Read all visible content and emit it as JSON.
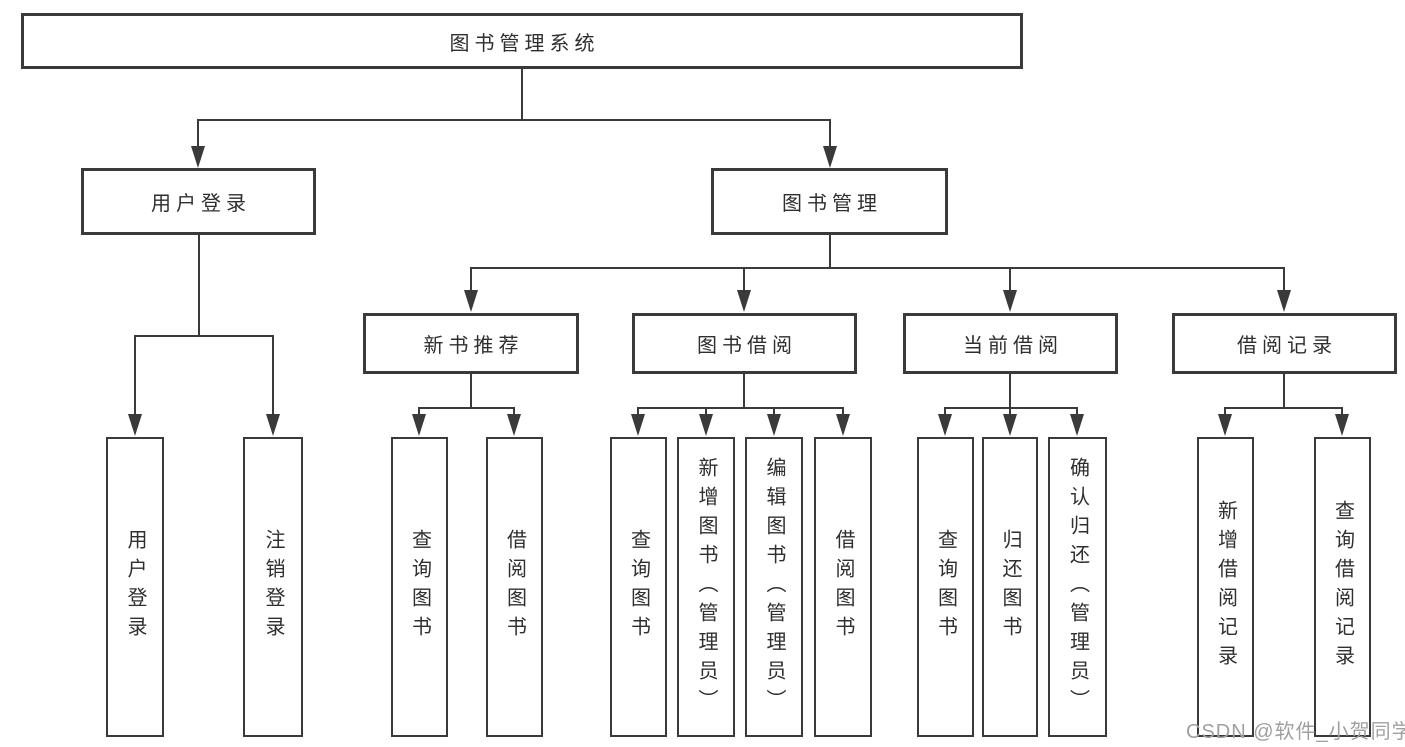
{
  "diagram_title": "图书管理系统",
  "colors": {
    "line": "#3a3a3a",
    "text": "#2f2f2f",
    "background": "#ffffff",
    "watermark": "#a0a0a0"
  },
  "nodes": {
    "root": "图书管理系统",
    "user_login": "用户登录",
    "book_mgmt": "图书管理",
    "new_book_rec": "新书推荐",
    "book_borrow": "图书借阅",
    "current_borrow": "当前借阅",
    "borrow_records": "借阅记录",
    "leaf_user_login": "用户登录",
    "leaf_logout": "注销登录",
    "leaf_nb_query": "查询图书",
    "leaf_nb_borrow": "借阅图书",
    "leaf_bb_query": "查询图书",
    "leaf_bb_add": "新增图书（管理员）",
    "leaf_bb_edit": "编辑图书（管理员）",
    "leaf_bb_borrow": "借阅图书",
    "leaf_cb_query": "查询图书",
    "leaf_cb_return": "归还图书",
    "leaf_cb_confirm": "确认归还（管理员）",
    "leaf_br_add": "新增借阅记录",
    "leaf_br_query": "查询借阅记录"
  },
  "hierarchy": {
    "图书管理系统": [
      "用户登录",
      "图书管理"
    ],
    "用户登录": [
      "用户登录",
      "注销登录"
    ],
    "图书管理": [
      "新书推荐",
      "图书借阅",
      "当前借阅",
      "借阅记录"
    ],
    "新书推荐": [
      "查询图书",
      "借阅图书"
    ],
    "图书借阅": [
      "查询图书",
      "新增图书（管理员）",
      "编辑图书（管理员）",
      "借阅图书"
    ],
    "当前借阅": [
      "查询图书",
      "归还图书",
      "确认归还（管理员）"
    ],
    "借阅记录": [
      "新增借阅记录",
      "查询借阅记录"
    ]
  },
  "watermark": "CSDN @软件_小贺同学"
}
